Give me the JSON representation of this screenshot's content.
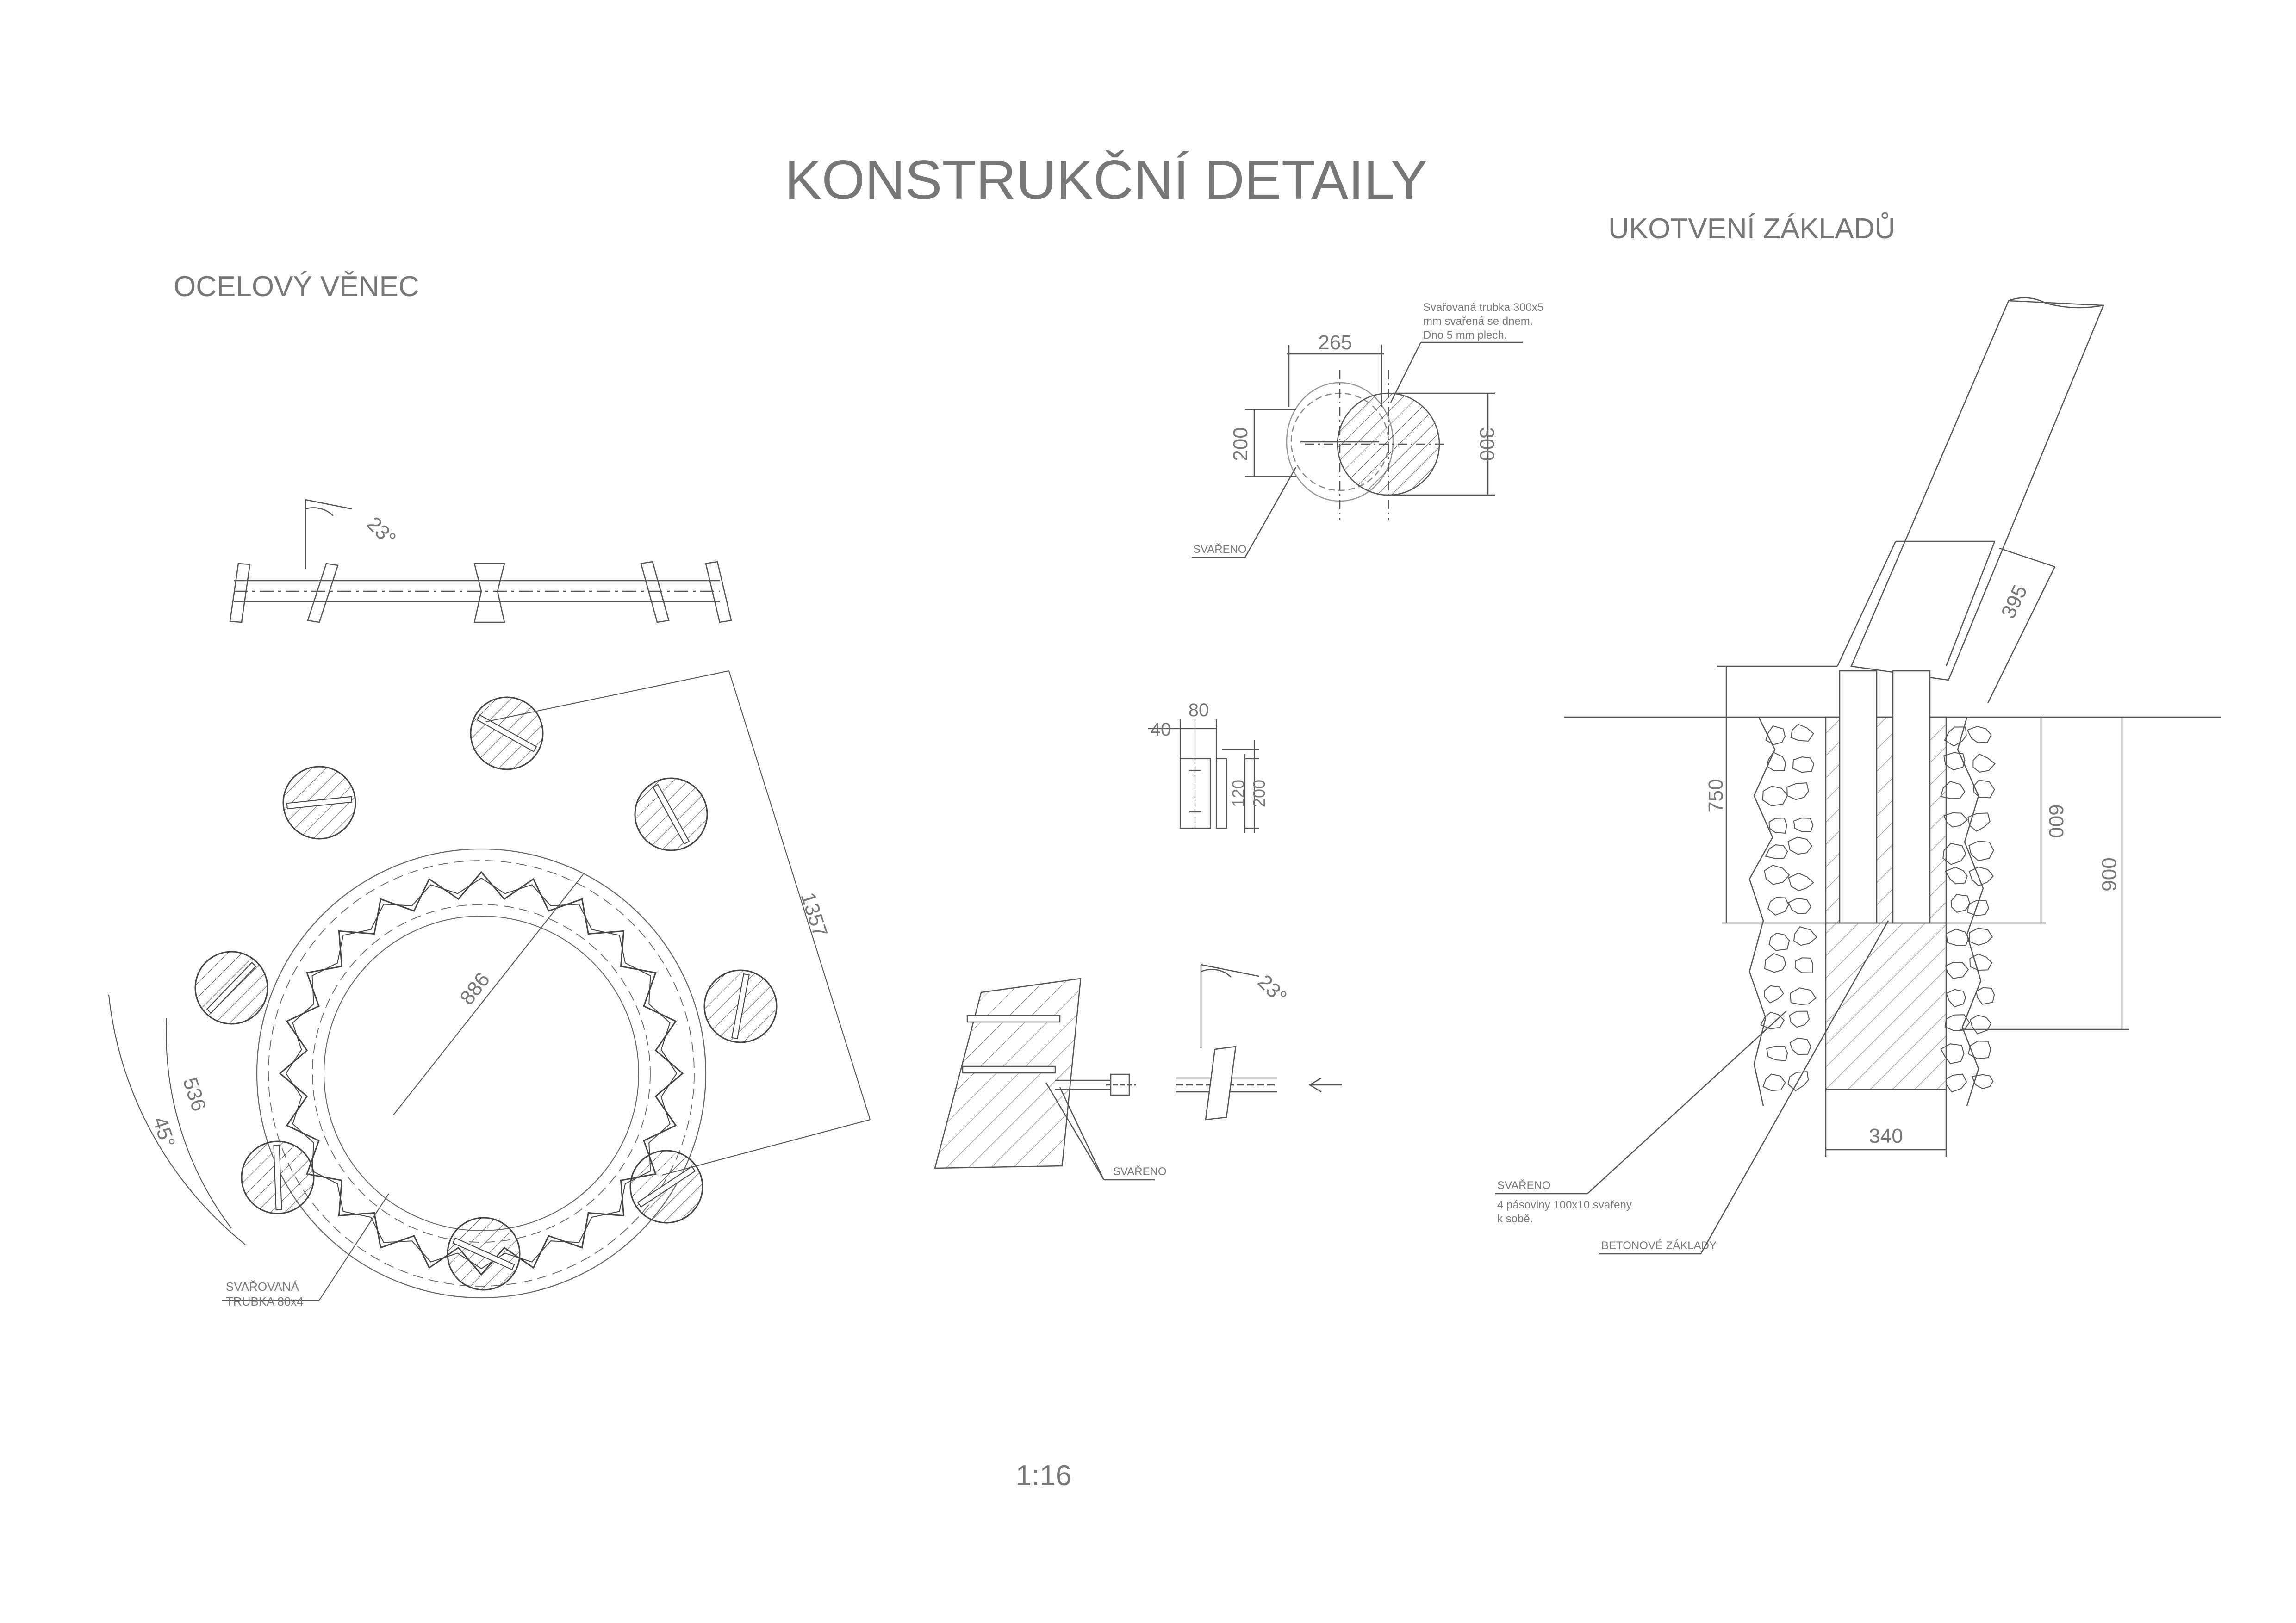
{
  "sheet": {
    "title": "KONSTRUKČNÍ DETAILY",
    "scale": "1:16"
  },
  "ring_section": {
    "title": "OCELOVÝ VĚNEC",
    "label_tube": [
      "SVAŘOVANÁ",
      "TRUBKA 80x4"
    ],
    "dim_diameter_outer": "1357",
    "dim_diameter_inner": "886",
    "dim_arc_length": "536",
    "dim_angle": "45°",
    "dim_tilt_angle": "23°"
  },
  "joint_details": {
    "tube_note": [
      "Svařovaná trubka 300x5",
      "mm svařená se dnem.",
      "Dno 5 mm plech."
    ],
    "dim_tube_offset": "265",
    "dim_height_200": "200",
    "dim_diameter_300": "300",
    "label_welded": "SVAŘENO",
    "dim_plate_width": "80",
    "dim_plate_edge": "40",
    "dim_plate_hole": "120",
    "dim_plate_height": "200",
    "label_welded_2": "SVAŘENO",
    "dim_tilt_angle_2": "23°"
  },
  "foundation_section": {
    "title": "UKOTVENÍ ZÁKLADŮ",
    "dim_pole_width": "395",
    "dim_depth_750": "750",
    "dim_depth_600": "600",
    "dim_depth_900": "900",
    "dim_base_width": "340",
    "label_welded": "SVAŘENO",
    "note_strips": [
      "4 pásoviny 100x10 svařeny",
      "k sobě."
    ],
    "label_concrete": "BETONOVÉ ZÁKLADY"
  }
}
